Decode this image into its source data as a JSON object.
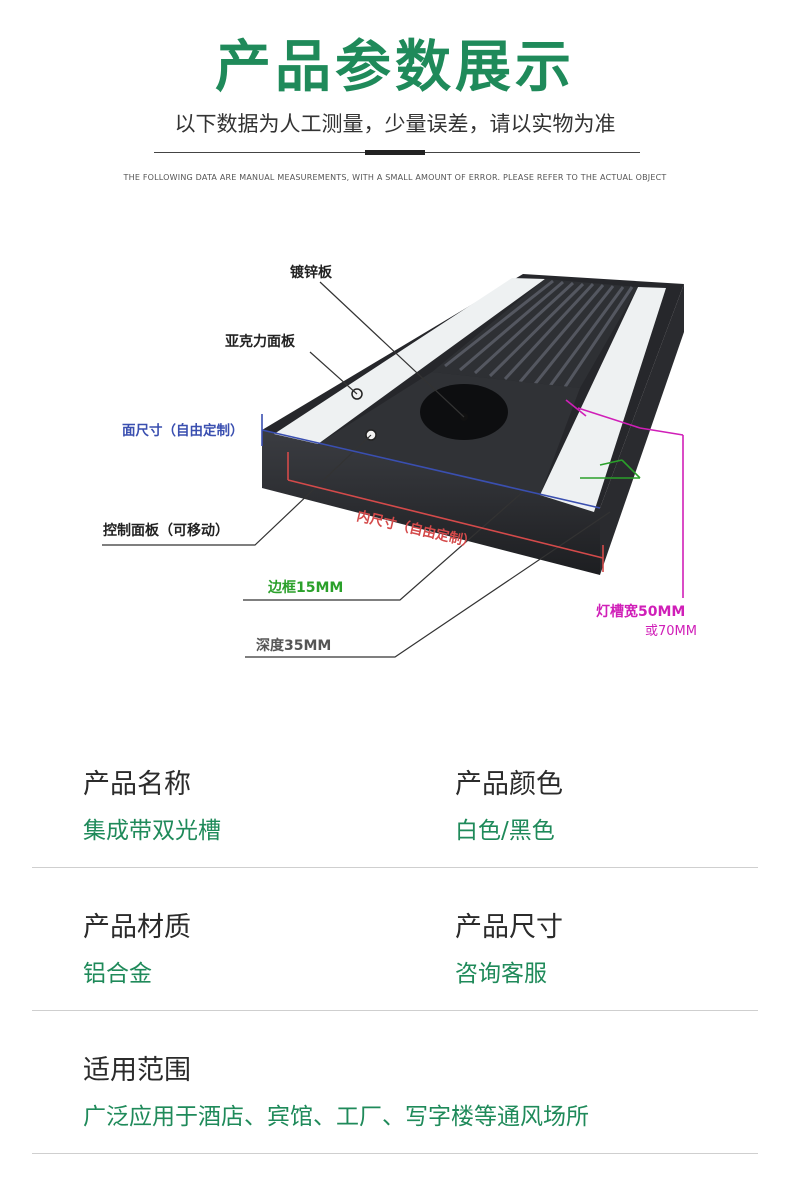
{
  "header": {
    "title": "产品参数展示",
    "subtitle": "以下数据为人工测量，少量误差，请以实物为准",
    "english_note": "THE FOLLOWING DATA ARE MANUAL MEASUREMENTS, WITH A SMALL AMOUNT OF ERROR. PLEASE REFER TO THE ACTUAL OBJECT"
  },
  "diagram": {
    "labels": {
      "galvanized": "镀锌板",
      "acrylic": "亚克力面板",
      "face_size": "面尺寸（自由定制）",
      "control_panel": "控制面板（可移动）",
      "inner_size": "内尺寸（自由定制）",
      "frame": "边框15MM",
      "depth": "深度35MM",
      "slot_width": "灯槽宽50MM",
      "slot_alt": "或70MM"
    },
    "colors": {
      "blue": "#3a4fb0",
      "red": "#d44a4a",
      "green": "#2aa02a",
      "magenta": "#d01fb8"
    }
  },
  "specs": [
    {
      "label": "产品名称",
      "value": "集成带双光槽"
    },
    {
      "label": "产品颜色",
      "value": "白色/黑色"
    },
    {
      "label": "产品材质",
      "value": "铝合金"
    },
    {
      "label": "产品尺寸",
      "value": "咨询客服"
    },
    {
      "label": "适用范围",
      "value": "广泛应用于酒店、宾馆、工厂、写字楼等通风场所"
    }
  ],
  "theme": {
    "accent": "#1f8a5a"
  }
}
